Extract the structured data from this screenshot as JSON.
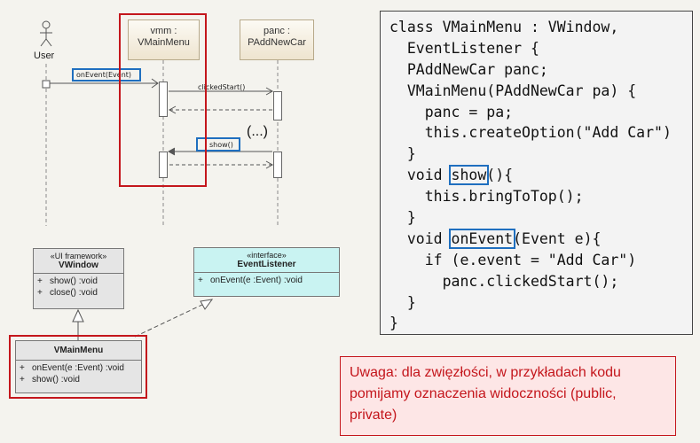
{
  "sequence": {
    "actor": "User",
    "lifelines": [
      {
        "line1": "vmm :",
        "line2": "VMainMenu"
      },
      {
        "line1": "panc :",
        "line2": "PAddNewCar"
      }
    ],
    "messages": {
      "on_event": "onEvent(Event)",
      "clicked_start": "clickedStart()",
      "show": "show()",
      "ellipsis": "(...)"
    }
  },
  "classes": {
    "vwindow": {
      "stereotype": "«UI framework»",
      "name": "VWindow",
      "ops": [
        {
          "vis": "+",
          "sig": "show()  :void"
        },
        {
          "vis": "+",
          "sig": "close()  :void"
        }
      ]
    },
    "event_listener": {
      "stereotype": "«interface»",
      "name": "EventListener",
      "ops": [
        {
          "vis": "+",
          "sig": "onEvent(e :Event)  :void"
        }
      ]
    },
    "vmainmenu": {
      "name": "VMainMenu",
      "ops": [
        {
          "vis": "+",
          "sig": "onEvent(e :Event)  :void"
        },
        {
          "vis": "+",
          "sig": "show()  :void"
        }
      ]
    }
  },
  "code": {
    "l1": "class VMainMenu : VWindow,",
    "l2": "  EventListener {",
    "l3": "  PAddNewCar panc;",
    "l4": "  VMainMenu(PAddNewCar pa) {",
    "l5": "    panc = pa;",
    "l6": "    this.createOption(\"Add Car\")",
    "l7": "  }",
    "l8_pre": "  void ",
    "l8_hl": "show",
    "l8_post": "(){",
    "l9": "    this.bringToTop();",
    "l10": "  }",
    "l11_pre": "  void ",
    "l11_hl": "onEvent",
    "l11_post": "(Event e){",
    "l12": "    if (e.event = \"Add Car\")",
    "l13": "      panc.clickedStart();",
    "l14": "  }",
    "l15": "}"
  },
  "note": "Uwaga: dla zwięzłości, w przykładach kodu pomijamy oznaczenia widoczności (public, private)",
  "colors": {
    "highlight_blue": "#1f6fbf",
    "highlight_red": "#c4161c",
    "interface_fill": "#c9f3f2",
    "class_fill": "#e5e5e5",
    "note_fill": "#fde6e6"
  }
}
